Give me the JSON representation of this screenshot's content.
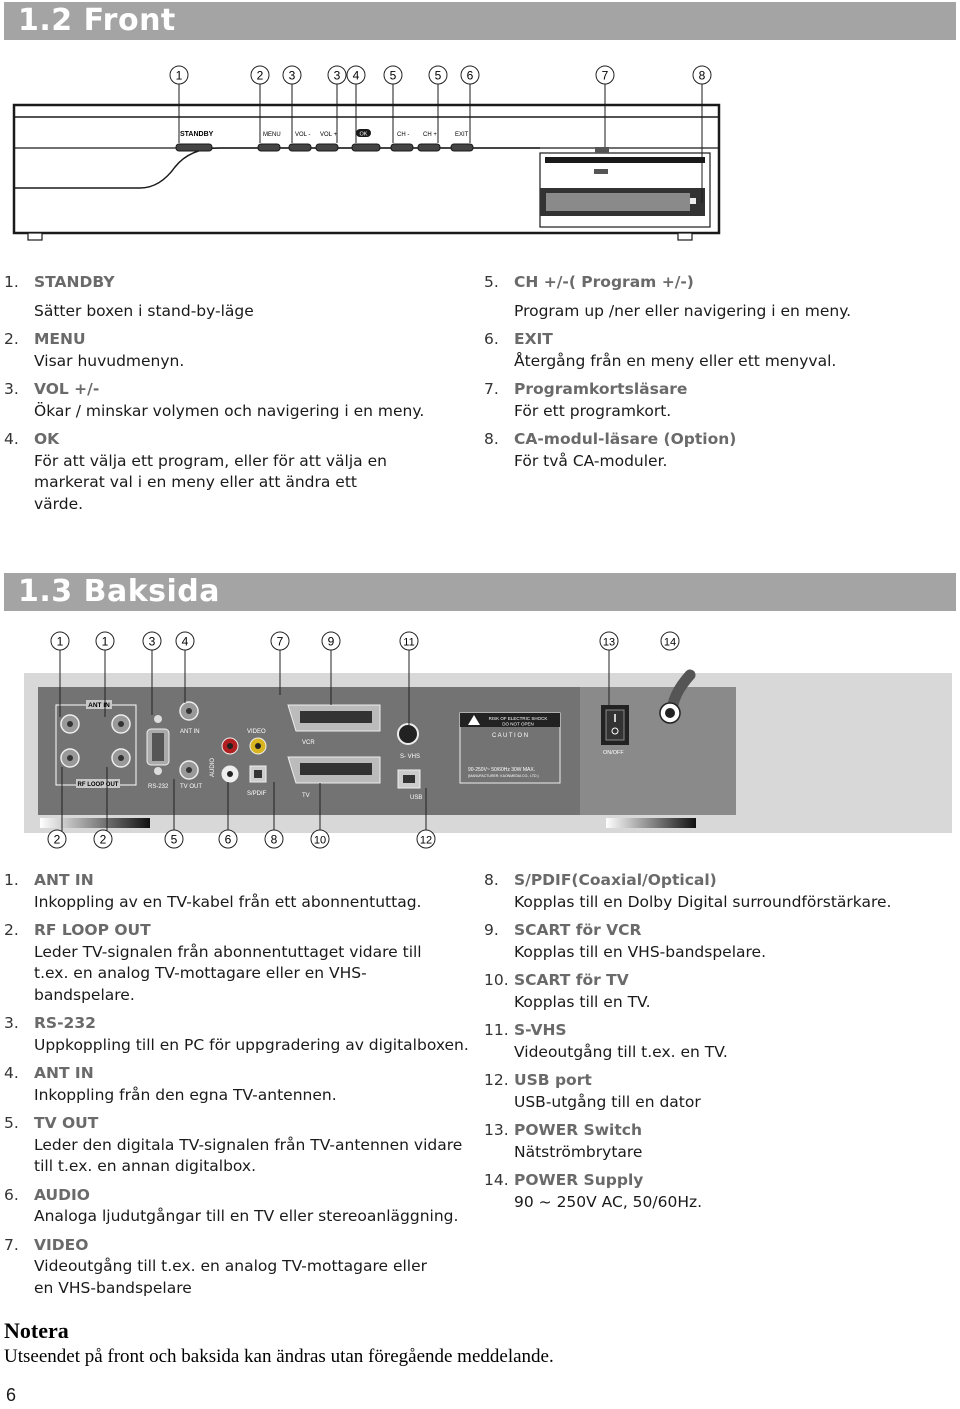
{
  "front": {
    "title": "1.2 Front",
    "callouts": [
      "1",
      "2",
      "3",
      "3",
      "4",
      "5",
      "5",
      "6",
      "7",
      "8"
    ],
    "panel_labels": [
      "STANDBY",
      "MENU",
      "VOL -",
      "VOL +",
      "OK",
      "CH -",
      "CH +",
      "EXIT"
    ],
    "items": [
      {
        "num": "1.",
        "label": "STANDBY",
        "desc": "Sätter boxen i stand-by-läge"
      },
      {
        "num": "2.",
        "label": "MENU",
        "desc": "Visar huvudmenyn."
      },
      {
        "num": "3.",
        "label": "VOL +/-",
        "desc": "Ökar / minskar volymen och navigering i en meny."
      },
      {
        "num": "4.",
        "label": "OK",
        "desc": "För att välja ett program, eller för att välja en markerat val i en meny eller att ändra ett värde."
      },
      {
        "num": "5.",
        "label": "CH +/-( Program +/-)",
        "desc": "Program up /ner eller navigering i en meny."
      },
      {
        "num": "6.",
        "label": "EXIT",
        "desc": "Återgång från en meny eller ett menyval."
      },
      {
        "num": "7.",
        "label": "Programkortsläsare",
        "desc": "För ett programkort."
      },
      {
        "num": "8.",
        "label": "CA-modul-läsare (Option)",
        "desc": "För två CA-moduler."
      }
    ]
  },
  "back": {
    "title": "1.3 Baksida",
    "callouts_top": [
      "1",
      "1",
      "3",
      "4",
      "7",
      "9",
      "11",
      "13",
      "14"
    ],
    "callouts_bottom": [
      "2",
      "2",
      "5",
      "6",
      "8",
      "10",
      "12"
    ],
    "panel_labels": {
      "ant_in_top": "ANT IN",
      "rf_loop_out": "RF LOOP OUT",
      "rs232": "RS-232",
      "ant_in": "ANT IN",
      "tv_out": "TV OUT",
      "video": "VIDEO",
      "audio": "AUDIO",
      "spdif": "S/PDIF",
      "vcr": "VCR",
      "tv": "TV",
      "svhs": "S- VHS",
      "usb": "USB",
      "warn1": "RISK OF ELECTRIC SHOCK",
      "warn2": "DO NOT OPEN",
      "caution": "C A U T I O N",
      "power": "90-250V~ 50/60Hz 30W MAX.",
      "manufacturer": "(MANUFACTURER: KAONMEDIA CO., LTD.)",
      "onoff": "ON/OFF"
    },
    "items_left": [
      {
        "num": "1.",
        "label": "ANT IN",
        "desc": "Inkoppling av en TV-kabel från ett abonnentuttag."
      },
      {
        "num": "2.",
        "label": "RF LOOP OUT",
        "desc": "Leder TV-signalen från abonnentuttaget vidare till t.ex. en analog TV-mottagare eller en VHS-bandspelare."
      },
      {
        "num": "3.",
        "label": "RS-232",
        "desc": "Uppkoppling till en PC för uppgradering av digitalboxen."
      },
      {
        "num": "4.",
        "label": "ANT IN",
        "desc": "Inkoppling från den egna TV-antennen."
      },
      {
        "num": "5.",
        "label": "TV OUT",
        "desc": "Leder den digitala TV-signalen från TV-antennen vidare till t.ex. en annan digitalbox."
      },
      {
        "num": "6.",
        "label": "AUDIO",
        "desc": "Analoga ljudutgångar till en TV eller stereoanläggning."
      },
      {
        "num": "7.",
        "label": "VIDEO",
        "desc": "Videoutgång till t.ex. en analog TV-mottagare eller en VHS-bandspelare"
      }
    ],
    "items_right": [
      {
        "num": "8.",
        "label": "S/PDIF(Coaxial/Optical)",
        "desc": "Kopplas till en Dolby Digital surroundförstärkare."
      },
      {
        "num": "9.",
        "label": "SCART för VCR",
        "desc": "Kopplas till en VHS-bandspelare."
      },
      {
        "num": "10.",
        "label": "SCART för TV",
        "desc": "Kopplas till en TV."
      },
      {
        "num": "11.",
        "label": "S-VHS",
        "desc": "Videoutgång till t.ex. en TV."
      },
      {
        "num": "12.",
        "label": "USB port",
        "desc": "USB-utgång till en dator"
      },
      {
        "num": "13.",
        "label": "POWER Switch",
        "desc": "Nätströmbrytare"
      },
      {
        "num": "14.",
        "label": "POWER Supply",
        "desc": "90 ~ 250V AC, 50/60Hz."
      }
    ]
  },
  "note": {
    "title": "Notera",
    "text": "Utseendet på front och baksida kan ändras utan föregående meddelande."
  },
  "page_number": "6"
}
